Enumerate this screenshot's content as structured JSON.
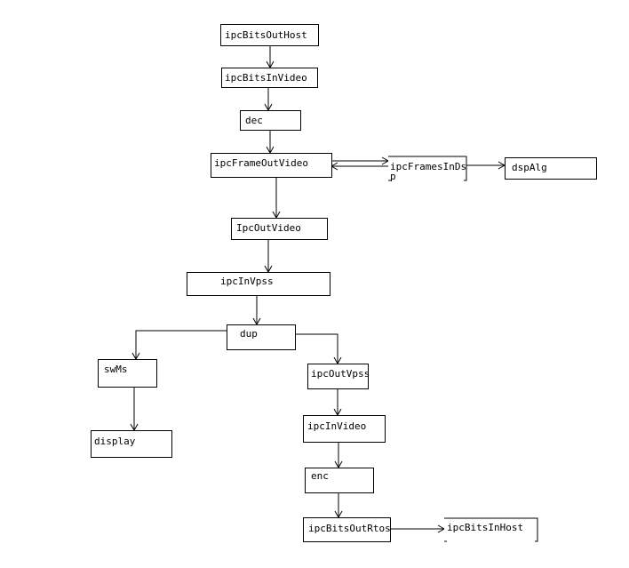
{
  "diagram": {
    "nodes": [
      {
        "id": "ipcBitsOutHost",
        "label": "ipcBitsOutHost"
      },
      {
        "id": "ipcBitsInVideo",
        "label": "ipcBitsInVideo"
      },
      {
        "id": "dec",
        "label": "dec"
      },
      {
        "id": "ipcFrameOutVideo",
        "label": "ipcFrameOutVideo"
      },
      {
        "id": "ipcFramesInDsp",
        "label": "ipcFramesInDs",
        "label2": "p"
      },
      {
        "id": "dspAlg",
        "label": "dspAlg"
      },
      {
        "id": "IpcOutVideo",
        "label": "IpcOutVideo"
      },
      {
        "id": "ipcInVpss",
        "label": "ipcInVpss"
      },
      {
        "id": "dup",
        "label": "dup"
      },
      {
        "id": "swMs",
        "label": "swMs"
      },
      {
        "id": "display",
        "label": "display"
      },
      {
        "id": "ipcOutVpss",
        "label": "ipcOutVpss"
      },
      {
        "id": "ipcInVideo",
        "label": "ipcInVideo"
      },
      {
        "id": "enc",
        "label": "enc"
      },
      {
        "id": "ipcBitsOutRtos",
        "label": "ipcBitsOutRtos"
      },
      {
        "id": "ipcBitsInHost",
        "label": "ipcBitsInHost"
      }
    ],
    "edges": [
      {
        "from": "ipcBitsOutHost",
        "to": "ipcBitsInVideo"
      },
      {
        "from": "ipcBitsInVideo",
        "to": "dec"
      },
      {
        "from": "dec",
        "to": "ipcFrameOutVideo"
      },
      {
        "from": "ipcFrameOutVideo",
        "to": "ipcFramesInDsp"
      },
      {
        "from": "ipcFramesInDsp",
        "to": "ipcFrameOutVideo"
      },
      {
        "from": "ipcFramesInDsp",
        "to": "dspAlg"
      },
      {
        "from": "ipcFrameOutVideo",
        "to": "IpcOutVideo"
      },
      {
        "from": "IpcOutVideo",
        "to": "ipcInVpss"
      },
      {
        "from": "ipcInVpss",
        "to": "dup"
      },
      {
        "from": "dup",
        "to": "swMs"
      },
      {
        "from": "swMs",
        "to": "display"
      },
      {
        "from": "dup",
        "to": "ipcOutVpss"
      },
      {
        "from": "ipcOutVpss",
        "to": "ipcInVideo"
      },
      {
        "from": "ipcInVideo",
        "to": "enc"
      },
      {
        "from": "enc",
        "to": "ipcBitsOutRtos"
      },
      {
        "from": "ipcBitsOutRtos",
        "to": "ipcBitsInHost"
      }
    ]
  }
}
